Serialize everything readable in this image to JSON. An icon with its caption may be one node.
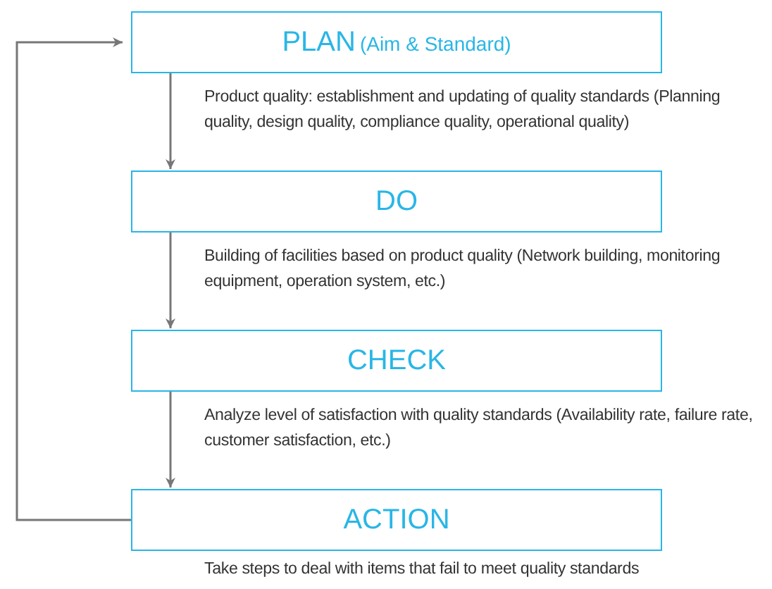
{
  "diagram": {
    "nodes": [
      {
        "text": [
          "PLAN",
          "(Aim & Standard)"
        ]
      },
      {
        "text": [
          "DO"
        ]
      },
      {
        "text": [
          "CHECK"
        ]
      },
      {
        "text": [
          "ACTION"
        ],
        "beside": [
          "Take steps to deal with items that fail to meet quality standards"
        ]
      }
    ],
    "edges": [
      {
        "from": 0,
        "to": 1,
        "arrow": "to",
        "label": "Product quality: establishment and updating of quality standards (Planning quality, design quality, compliance quality, operational quality)"
      },
      {
        "from": 1,
        "to": 2,
        "arrow": "to",
        "label": "Building of facilities based on product quality (Network building, monitoring equipment, operation system, etc.)"
      },
      {
        "from": 2,
        "to": 3,
        "arrow": "to",
        "label": "Analyze level of satisfaction with quality standards (Availability rate, failure rate, customer satisfaction, etc.)"
      },
      {
        "from": 3,
        "to": 0,
        "arrow": "to"
      }
    ]
  }
}
